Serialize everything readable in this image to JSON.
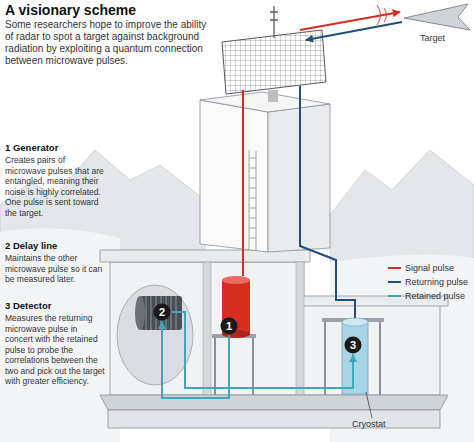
{
  "diagram": {
    "title": "A visionary scheme",
    "caption": "Some researchers hope to improve the ability of radar to spot a target against background radiation by exploiting a quantum connection between microwave pulses.",
    "nodes": [
      {
        "text": [
          "1"
        ]
      },
      {
        "text": [
          "2"
        ]
      },
      {
        "text": [
          "3"
        ]
      }
    ],
    "edges": [
      {
        "from": 0,
        "to": 1,
        "arrow": "to"
      },
      {
        "from": 1,
        "to": 2,
        "arrow": "to"
      }
    ],
    "labels": [
      "1 Generator",
      "Creates pairs of microwave pulses that are entangled, meaning their noise is highly correlated. One pulse is sent toward the target.",
      "2 Delay line",
      "Maintains the other microwave pulse so it can be measured later.",
      "3 Detector",
      "Measures the returning microwave pulse in concert with the retained pulse to probe the correlations between the two and pick out the target with greater efficiency.",
      "Target",
      "Cryostat"
    ],
    "legend": [
      {
        "text": "Signal pulse"
      },
      {
        "text": "Returning pulse"
      },
      {
        "text": "Retained pulse"
      }
    ]
  }
}
